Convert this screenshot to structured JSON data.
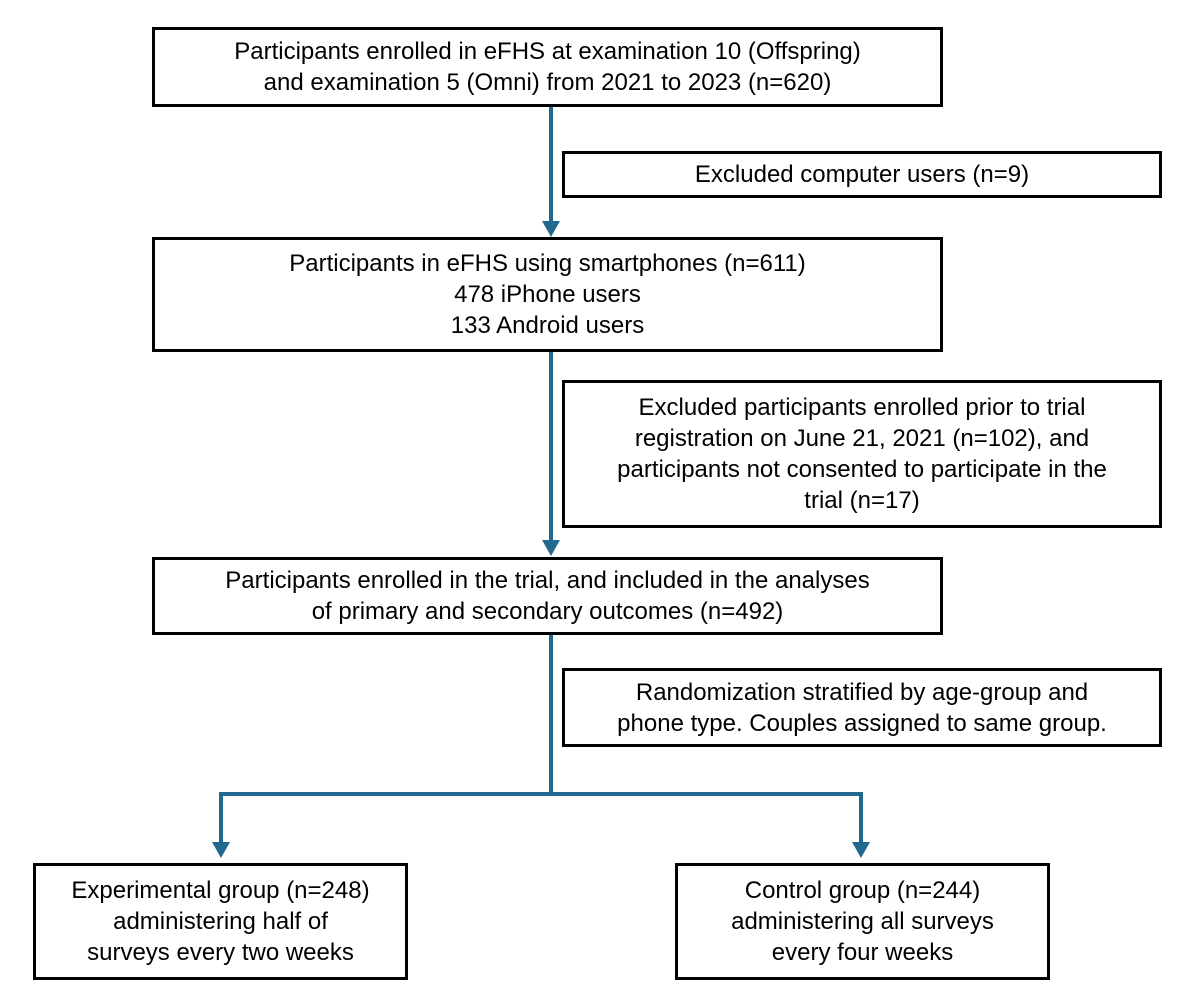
{
  "diagram": {
    "type": "flowchart",
    "description": "CONSORT-style participant flow diagram",
    "colors": {
      "arrow": "#21698e",
      "box_border": "#000000",
      "text": "#000000",
      "background": "#ffffff"
    },
    "boxes": {
      "enrolled": {
        "lines": [
          "Participants enrolled in eFHS at examination 10 (Offspring)",
          "and examination 5 (Omni) from 2021 to 2023 (n=620)"
        ]
      },
      "excluded_computer": {
        "lines": [
          "Excluded computer users (n=9)"
        ]
      },
      "smartphones": {
        "lines": [
          "Participants in eFHS using smartphones (n=611)",
          "478 iPhone users",
          "133 Android users"
        ]
      },
      "excluded_prior": {
        "lines": [
          "Excluded participants enrolled prior to trial",
          "registration on June 21, 2021 (n=102), and",
          "participants not consented to participate in the",
          "trial (n=17)"
        ]
      },
      "trial": {
        "lines": [
          "Participants enrolled in the trial, and included in the analyses",
          "of primary and secondary outcomes (n=492)"
        ]
      },
      "randomization": {
        "lines": [
          "Randomization stratified by age-group and",
          "phone type. Couples assigned to same group."
        ]
      },
      "experimental": {
        "lines": [
          "Experimental group (n=248)",
          "administering half of",
          "surveys every two weeks"
        ]
      },
      "control": {
        "lines": [
          "Control group (n=244)",
          "administering all surveys",
          "every four weeks"
        ]
      }
    }
  }
}
